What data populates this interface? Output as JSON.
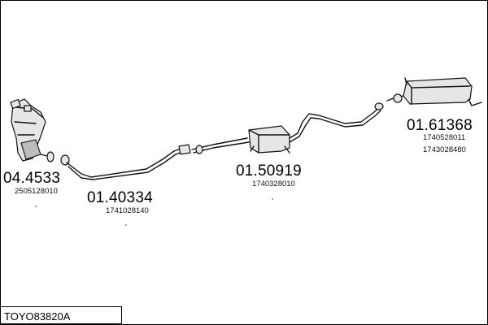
{
  "diagram": {
    "title": "TOYO83820A",
    "parts": [
      {
        "number": "04.4533",
        "refs": [
          "2505128010"
        ]
      },
      {
        "number": "01.40334",
        "refs": [
          "1741028140"
        ]
      },
      {
        "number": "01.50919",
        "refs": [
          "1740328010"
        ]
      },
      {
        "number": "01.61368",
        "refs": [
          "1740528011",
          "1743028480"
        ]
      }
    ]
  }
}
